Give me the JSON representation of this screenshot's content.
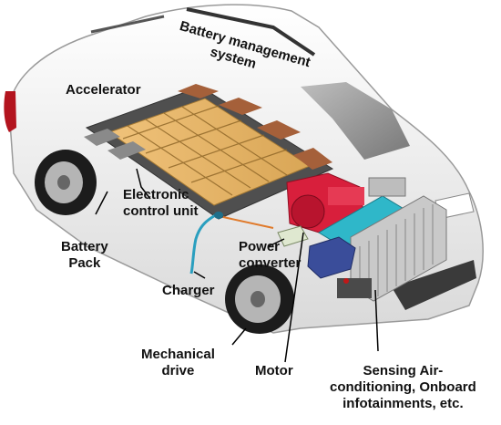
{
  "labels": {
    "battery_management": [
      "Battery management",
      "system"
    ],
    "accelerator": "Accelerator",
    "electronic_control": [
      "Electronic",
      "control unit"
    ],
    "battery_pack": [
      "Battery",
      "Pack"
    ],
    "power_converter": [
      "Power",
      "converter"
    ],
    "charger": "Charger",
    "mechanical_drive": [
      "Mechanical",
      "drive"
    ],
    "motor": "Motor",
    "sensing": [
      "Sensing Air-",
      "conditioning, Onboard",
      "infotainments, etc."
    ]
  },
  "colors": {
    "car_body": "#f2f2f2",
    "battery_cells": "#e8b86a",
    "battery_frame": "#555555",
    "bms_modules": "#a5603a",
    "motor": "#d81f3c",
    "radiator": "#c9c9c9",
    "coolant": "#2fb7c9",
    "charger_cable": "#2a9fbf"
  }
}
